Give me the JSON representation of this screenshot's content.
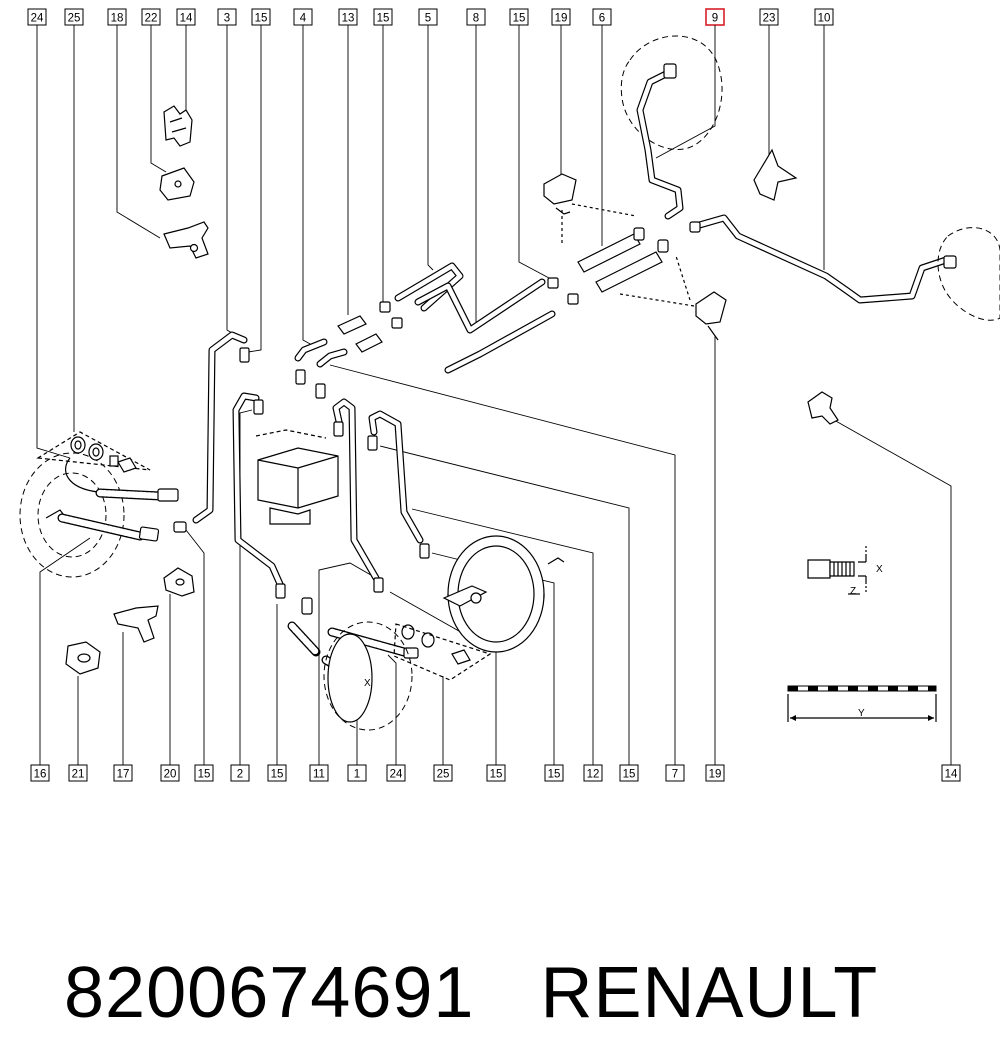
{
  "diagram": {
    "highlighted_callout": "9",
    "highlight_color": "#d6202a",
    "top_callouts": [
      "24",
      "25",
      "18",
      "22",
      "14",
      "3",
      "15",
      "4",
      "13",
      "15",
      "5",
      "8",
      "15",
      "19",
      "6",
      "9",
      "23",
      "10"
    ],
    "bottom_callouts": [
      "16",
      "21",
      "17",
      "20",
      "15",
      "2",
      "15",
      "11",
      "1",
      "24",
      "25",
      "15",
      "15",
      "12",
      "15",
      "7",
      "19",
      "14"
    ],
    "dimension_labels": {
      "x_top": "X",
      "z": "Z",
      "y": "Y",
      "x_hose": "X"
    }
  },
  "footer": {
    "part_number": "8200674691",
    "brand": "RENAULT"
  }
}
